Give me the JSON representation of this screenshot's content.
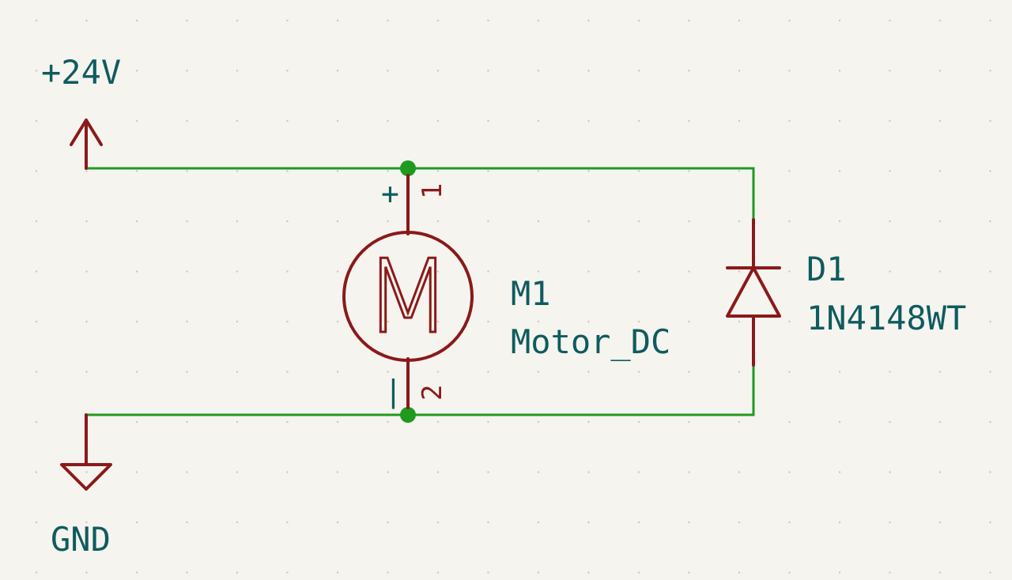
{
  "labels": {
    "power": "+24V",
    "ground": "GND",
    "motor_ref": "M1",
    "motor_value": "Motor_DC",
    "motor_polarity": "+",
    "motor_symbol": "M",
    "motor_pin1": "1",
    "motor_pin2": "2",
    "diode_ref": "D1",
    "diode_value": "1N4148WT"
  },
  "colors": {
    "background": "#f5f4ef",
    "wire": "#1f9a1f",
    "symbol": "#8a1a1a",
    "label": "#0f5b5e"
  }
}
